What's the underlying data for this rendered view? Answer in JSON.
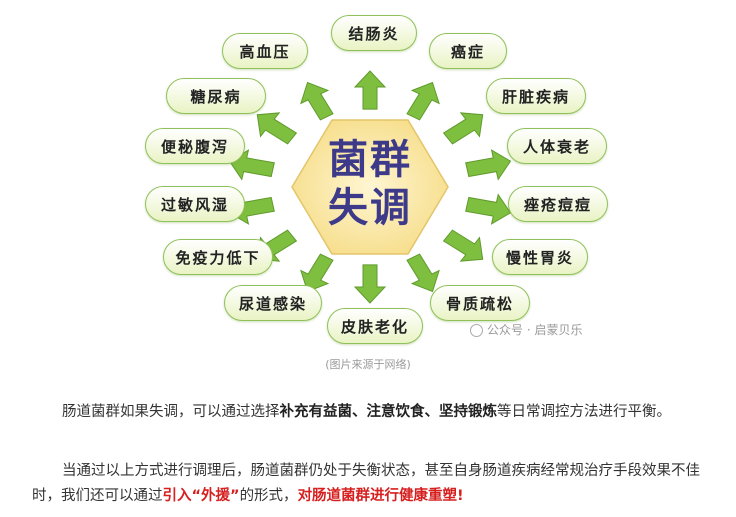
{
  "figure": {
    "center_label_line1": "菌群",
    "center_label_line2": "失调",
    "diseases": [
      "结肠炎",
      "癌症",
      "肝脏疾病",
      "人体衰老",
      "痤疮痘痘",
      "慢性胃炎",
      "骨质疏松",
      "皮肤老化",
      "尿道感染",
      "免疫力低下",
      "过敏风湿",
      "便秘腹泻",
      "糖尿病",
      "高血压"
    ],
    "watermark": "公众号 · 启蒙贝乐",
    "caption": "(图片来源于网络)"
  },
  "colors": {
    "arrow": "#7fbf3f",
    "pill_border": "#8fc15a",
    "hexagon": "#fbe9a8",
    "title": "#3e3a8a",
    "highlight": "#d61f1f"
  },
  "body": {
    "p1_a": "肠道菌群如果失调，可以通过选择",
    "p1_b": "补充有益菌、注意饮食、坚持锻炼",
    "p1_c": "等日常调控方法进行平衡。",
    "p2_a": "当通过以上方式进行调理后，肠道菌群仍处于失衡状态，甚至自身肠道疾病经常规治疗手段效果不佳时，我们还可以通过",
    "p2_b": "引入“外援”",
    "p2_c": "的形式，",
    "p2_d": "对肠道菌群进行健康重塑!"
  }
}
